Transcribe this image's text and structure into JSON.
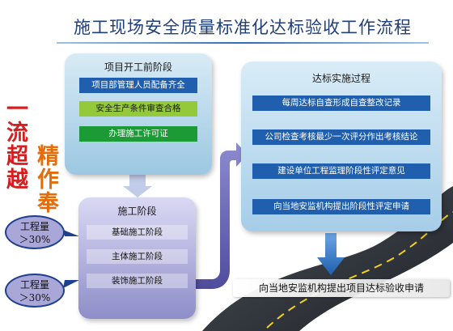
{
  "title": "施工现场安全质量标准化达标验收工作流程",
  "slogan": {
    "red": "一流超越",
    "orange": "精作奉"
  },
  "pre_construction": {
    "title": "项目开工前阶段",
    "steps": [
      "项目部管理人员配备齐全",
      "安全生产条件审查合格",
      "办理施工许可证"
    ]
  },
  "construction": {
    "title": "施工阶段",
    "steps": [
      "基础施工阶段",
      "主体施工阶段",
      "装饰施工阶段"
    ]
  },
  "bubbles": [
    {
      "line1": "工程量",
      "line2": "＞30%"
    },
    {
      "line1": "工程量",
      "line2": "＞30%"
    }
  ],
  "implementation": {
    "title": "达标实施过程",
    "steps": [
      "每周达标自查形成自查整改记录",
      "公司检查考核最少一次评分作出考核结论",
      "建设单位工程监理阶段性评定意见",
      "向当地安监机构提出阶段性评定申请"
    ]
  },
  "final_step": "向当地安监机构提出项目达标验收申请",
  "colors": {
    "title": "#1f3f7a",
    "slogan_red": "#d61e1e",
    "slogan_orange": "#e46c0a",
    "step_blue": "#1f5fae",
    "step_lime": "#93c93a",
    "step_green": "#1b9a35"
  }
}
